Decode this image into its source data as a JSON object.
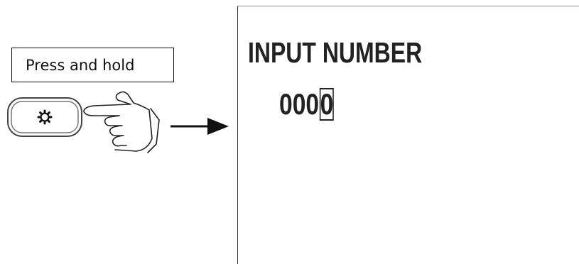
{
  "callout": {
    "label": "Press and hold"
  },
  "device_button": {
    "icon": "gear-icon"
  },
  "gesture": {
    "icon": "pointing-hand-icon"
  },
  "connector": {
    "icon": "right-arrow-icon"
  },
  "screen": {
    "title": "INPUT NUMBER",
    "digits": [
      "0",
      "0",
      "0",
      "0"
    ],
    "active_digit_index": 3
  }
}
